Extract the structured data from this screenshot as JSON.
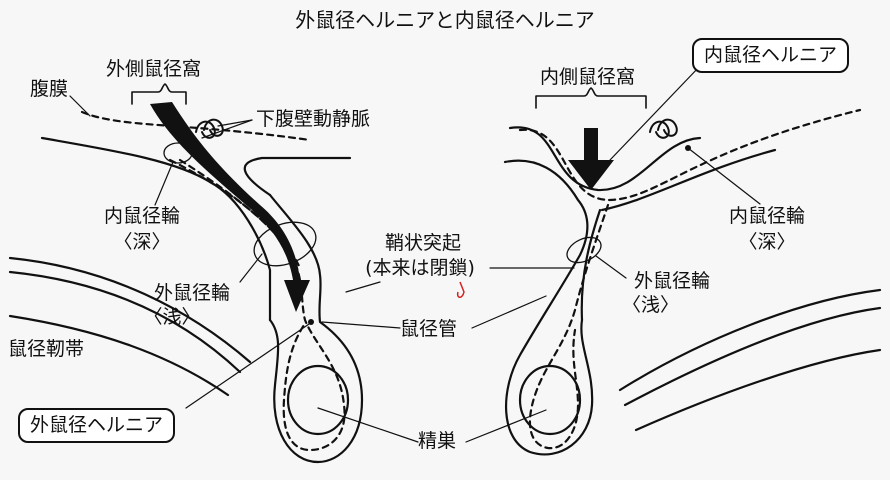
{
  "title": "外鼠径ヘルニアと内鼠径ヘルニア",
  "labels": {
    "lateral_fossa": "外側鼠径窩",
    "peritoneum": "腹膜",
    "inferior_epigastric_vessels": "下腹壁動静脈",
    "deep_ring_left_1": "内鼠径輪",
    "deep_ring_left_2": "〈深〉",
    "superficial_ring_left_1": "外鼠径輪",
    "superficial_ring_left_2": "〈浅〉",
    "inguinal_ligament": "鼠径靭帯",
    "indirect_hernia": "外鼠径ヘルニア",
    "processus_vaginalis_1": "鞘状突起",
    "processus_vaginalis_2": "(本来は閉鎖)",
    "inguinal_canal": "鼠径管",
    "testis": "精巣",
    "direct_hernia": "内鼠径ヘルニア",
    "medial_fossa": "内側鼠径窩",
    "deep_ring_right_1": "内鼠径輪",
    "deep_ring_right_2": "〈深〉",
    "superficial_ring_right_1": "外鼠径輪",
    "superficial_ring_right_2": "〈浅〉"
  },
  "colors": {
    "line": "#111111",
    "accent": "#d62020",
    "background": "#f7f7f7"
  }
}
